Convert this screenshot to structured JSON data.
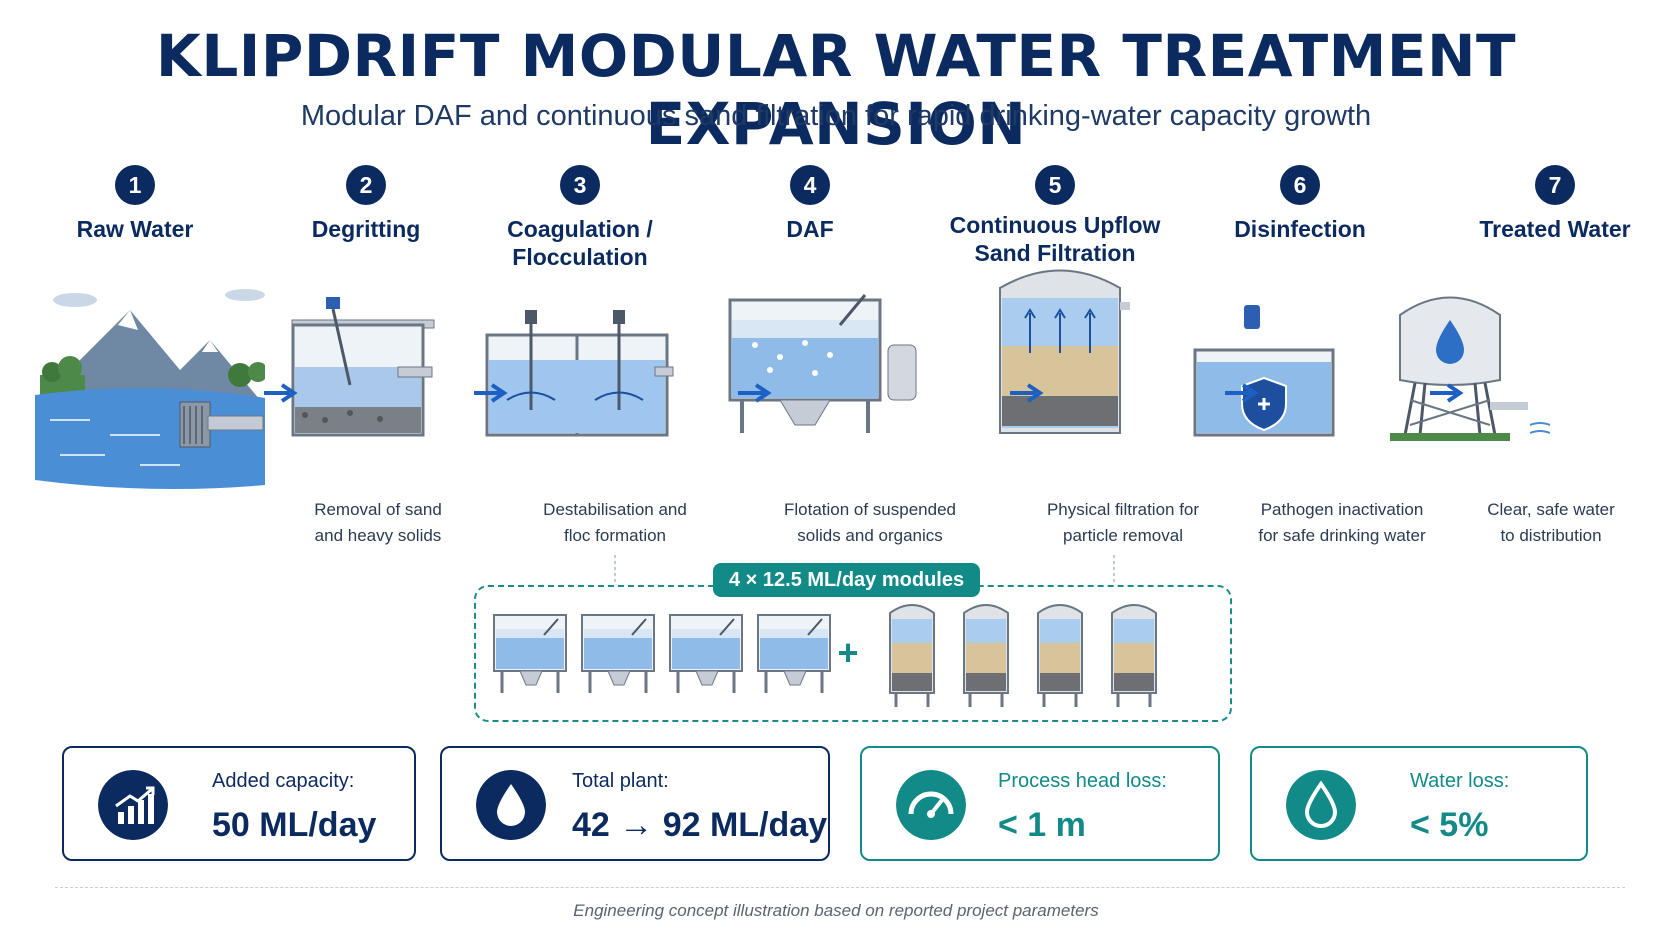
{
  "title": "KLIPDRIFT MODULAR WATER TREATMENT EXPANSION",
  "subtitle": "Modular DAF and continuous sand filtration for rapid drinking-water capacity growth",
  "steps": [
    {
      "num": "1",
      "label": "Raw Water",
      "icon": "mountain-lake-intake-icon"
    },
    {
      "num": "2",
      "label": "Degritting",
      "icon": "grit-tank-icon",
      "desc": [
        "Removal of sand",
        "and heavy solids"
      ]
    },
    {
      "num": "3",
      "label": "Coagulation / Flocculation",
      "label_lines": [
        "Coagulation /",
        "Flocculation"
      ],
      "icon": "flocculation-tank-icon",
      "desc": [
        "Destabilisation and",
        "floc formation"
      ]
    },
    {
      "num": "4",
      "label": "DAF",
      "icon": "daf-unit-icon",
      "desc": [
        "Flotation of suspended",
        "solids and organics"
      ]
    },
    {
      "num": "5",
      "label": "Continuous Upflow Sand Filtration",
      "label_lines": [
        "Continuous Upflow",
        "Sand Filtration"
      ],
      "icon": "sand-filter-icon",
      "desc": [
        "Physical filtration for",
        "particle removal"
      ]
    },
    {
      "num": "6",
      "label": "Disinfection",
      "icon": "disinfection-tank-icon",
      "desc": [
        "Pathogen inactivation",
        "for safe drinking water"
      ]
    },
    {
      "num": "7",
      "label": "Treated Water",
      "icon": "water-tower-icon",
      "desc": [
        "Clear, safe water",
        "to distribution"
      ]
    }
  ],
  "modules": {
    "badge": "4 × 12.5 ML/day modules",
    "plus": "+",
    "daf_units": 4,
    "filter_units": 4
  },
  "kpis": [
    {
      "label": "Added capacity:",
      "value": "50 ML/day",
      "icon": "growth-chart-icon",
      "color": "#0b2a5f"
    },
    {
      "label": "Total plant:",
      "value": "42 → 92 ML/day",
      "icon": "water-drop-icon",
      "color": "#0b2a5f"
    },
    {
      "label": "Process head loss:",
      "value": "< 1 m",
      "icon": "gauge-icon",
      "color": "#118a88"
    },
    {
      "label": "Water loss:",
      "value": "< 5%",
      "icon": "water-drop-outline-icon",
      "color": "#118a88"
    }
  ],
  "footer": "Engineering concept illustration based on reported project parameters"
}
